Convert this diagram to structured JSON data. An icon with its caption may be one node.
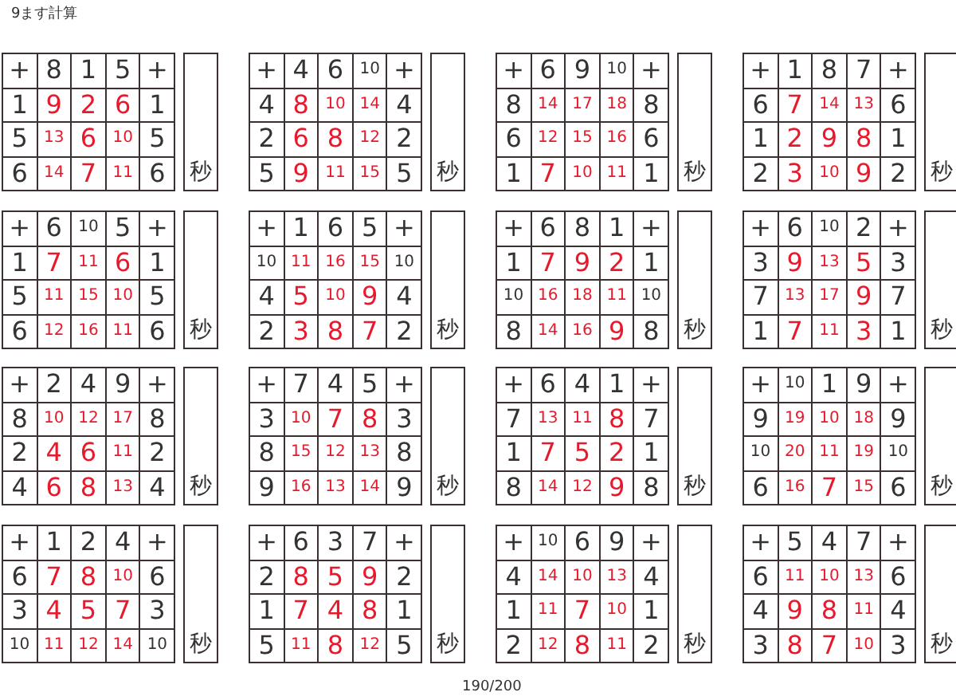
{
  "diagram": {
    "title": "9ます計算",
    "nodes": [
      {
        "text": [
          "秒"
        ]
      },
      {
        "text": [
          "秒"
        ]
      },
      {
        "text": [
          "秒"
        ]
      },
      {
        "text": [
          "秒"
        ]
      },
      {
        "text": [
          "秒"
        ]
      },
      {
        "text": [
          "秒"
        ]
      },
      {
        "text": [
          "秒"
        ]
      },
      {
        "text": [
          "秒"
        ]
      },
      {
        "text": [
          "秒"
        ]
      },
      {
        "text": [
          "秒"
        ]
      },
      {
        "text": [
          "秒"
        ]
      },
      {
        "text": [
          "秒"
        ]
      },
      {
        "text": [
          "秒"
        ]
      },
      {
        "text": [
          "秒"
        ]
      },
      {
        "text": [
          "秒"
        ]
      },
      {
        "text": [
          "秒"
        ]
      }
    ],
    "labels": [
      "+",
      "8",
      "1",
      "5",
      "+",
      "1",
      "9",
      "2",
      "6",
      "1",
      "5",
      "13",
      "6",
      "10",
      "5",
      "6",
      "14",
      "7",
      "11",
      "6",
      "+",
      "4",
      "6",
      "10",
      "+",
      "4",
      "8",
      "10",
      "14",
      "4",
      "2",
      "6",
      "8",
      "12",
      "2",
      "5",
      "9",
      "11",
      "15",
      "5",
      "+",
      "6",
      "9",
      "10",
      "+",
      "8",
      "14",
      "17",
      "18",
      "8",
      "6",
      "12",
      "15",
      "16",
      "6",
      "1",
      "7",
      "10",
      "11",
      "1",
      "+",
      "1",
      "8",
      "7",
      "+",
      "6",
      "7",
      "14",
      "13",
      "6",
      "1",
      "2",
      "9",
      "8",
      "1",
      "2",
      "3",
      "10",
      "9",
      "2",
      "+",
      "6",
      "10",
      "5",
      "+",
      "1",
      "7",
      "11",
      "6",
      "1",
      "5",
      "11",
      "15",
      "10",
      "5",
      "6",
      "12",
      "16",
      "11",
      "6",
      "+",
      "1",
      "6",
      "5",
      "+",
      "10",
      "11",
      "16",
      "15",
      "10",
      "4",
      "5",
      "10",
      "9",
      "4",
      "2",
      "3",
      "8",
      "7",
      "2",
      "+",
      "6",
      "8",
      "1",
      "+",
      "1",
      "7",
      "9",
      "2",
      "1",
      "10",
      "16",
      "18",
      "11",
      "10",
      "8",
      "14",
      "16",
      "9",
      "8",
      "+",
      "6",
      "10",
      "2",
      "+",
      "3",
      "9",
      "13",
      "5",
      "3",
      "7",
      "13",
      "17",
      "9",
      "7",
      "1",
      "7",
      "11",
      "3",
      "1",
      "+",
      "2",
      "4",
      "9",
      "+",
      "8",
      "10",
      "12",
      "17",
      "8",
      "2",
      "4",
      "6",
      "11",
      "2",
      "4",
      "6",
      "8",
      "13",
      "4",
      "+",
      "7",
      "4",
      "5",
      "+",
      "3",
      "10",
      "7",
      "8",
      "3",
      "8",
      "15",
      "12",
      "13",
      "8",
      "9",
      "16",
      "13",
      "14",
      "9",
      "+",
      "6",
      "4",
      "1",
      "+",
      "7",
      "13",
      "11",
      "8",
      "7",
      "1",
      "7",
      "5",
      "2",
      "1",
      "8",
      "14",
      "12",
      "9",
      "8",
      "+",
      "10",
      "1",
      "9",
      "+",
      "9",
      "19",
      "10",
      "18",
      "9",
      "10",
      "20",
      "11",
      "19",
      "10",
      "6",
      "16",
      "7",
      "15",
      "6",
      "+",
      "1",
      "2",
      "4",
      "+",
      "6",
      "7",
      "8",
      "10",
      "6",
      "3",
      "4",
      "5",
      "7",
      "3",
      "10",
      "11",
      "12",
      "14",
      "10",
      "+",
      "6",
      "3",
      "7",
      "+",
      "2",
      "8",
      "5",
      "9",
      "2",
      "1",
      "7",
      "4",
      "8",
      "1",
      "5",
      "11",
      "8",
      "12",
      "5",
      "+",
      "10",
      "6",
      "9",
      "+",
      "4",
      "14",
      "10",
      "13",
      "4",
      "1",
      "11",
      "7",
      "10",
      "1",
      "2",
      "12",
      "8",
      "11",
      "2",
      "+",
      "5",
      "4",
      "7",
      "+",
      "6",
      "11",
      "10",
      "13",
      "6",
      "4",
      "9",
      "8",
      "11",
      "4",
      "3",
      "8",
      "7",
      "10",
      "3",
      "190/200"
    ]
  }
}
